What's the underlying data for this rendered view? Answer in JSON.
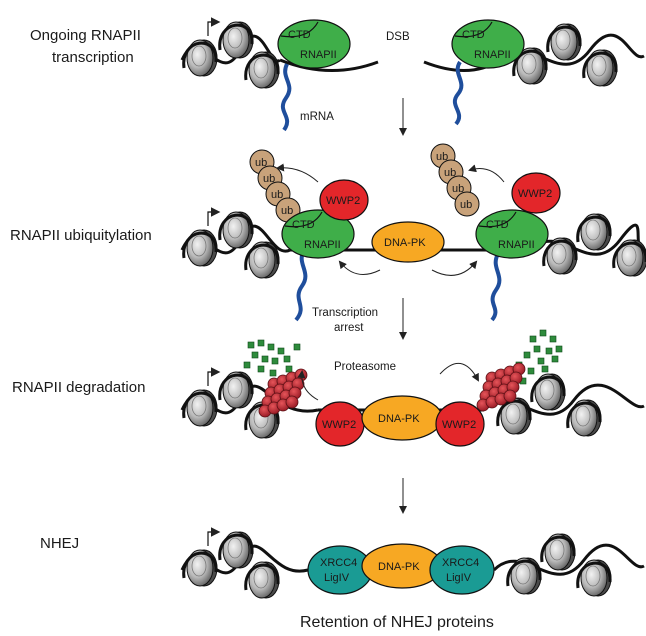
{
  "stages": [
    {
      "title_line1": "Ongoing RNAPII",
      "title_line2": "transcription"
    },
    {
      "title": "RNAPII ubiquitylation"
    },
    {
      "title": "RNAPII degradation"
    },
    {
      "title": "NHEJ"
    }
  ],
  "labels": {
    "dsb": "DSB",
    "mrna": "mRNA",
    "ctd": "CTD",
    "rnapii": "RNAPII",
    "ub": "ub",
    "wwp2": "WWP2",
    "dnapk": "DNA-PK",
    "transcription_arrest_line1": "Transcription",
    "transcription_arrest_line2": "arrest",
    "proteasome": "Proteasome",
    "xrcc4": "XRCC4",
    "ligiv": "LigIV"
  },
  "footer": "Retention of NHEJ proteins",
  "colors": {
    "rnapii_green": "#3fae49",
    "wwp2_red": "#e3262a",
    "dnapk_orange": "#f7a823",
    "ub_tan": "#c8a27a",
    "xrcc4_teal": "#1a9b94",
    "mrna_blue": "#1f4e9c",
    "proteasome_red": "#c0303a",
    "fragment_green": "#2e8b3c"
  }
}
